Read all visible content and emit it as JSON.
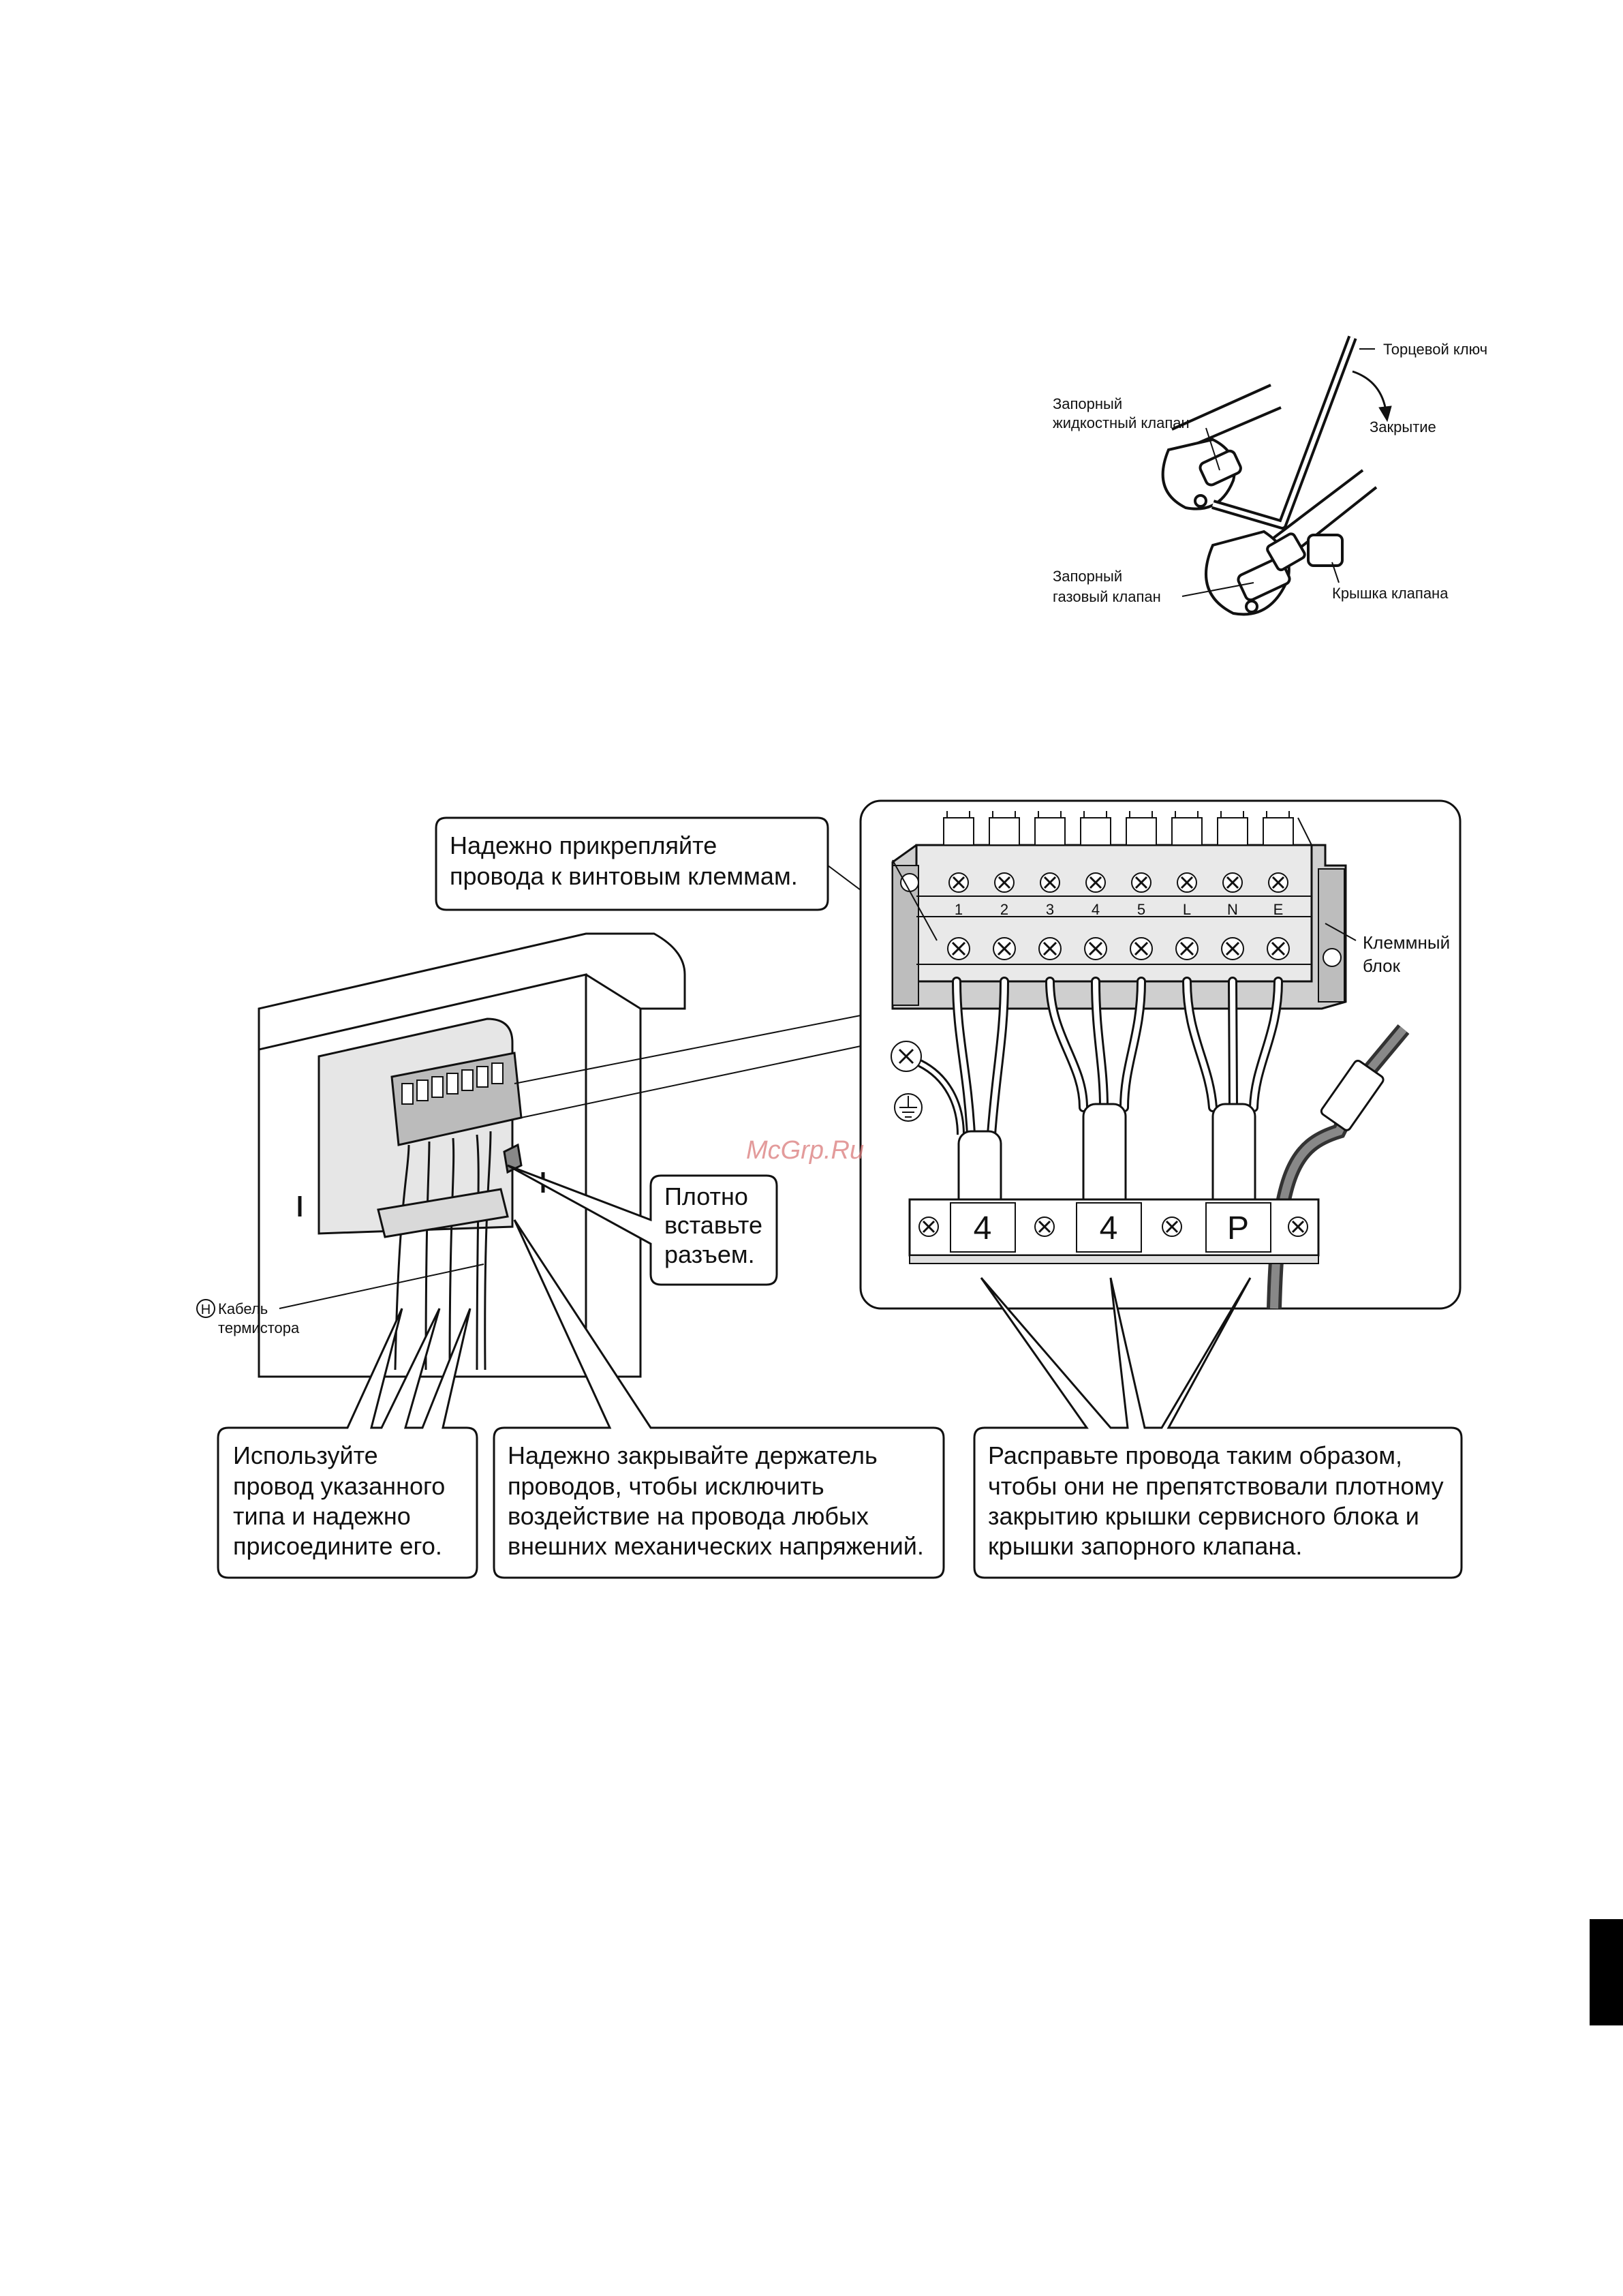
{
  "valve_figure": {
    "socket_wrench": "Торцевой ключ",
    "closing": "Закрытие",
    "liquid_valve": [
      "Запорный",
      "жидкостный клапан"
    ],
    "gas_valve": [
      "Запорный",
      "газовый клапан"
    ],
    "valve_cap": "Крышка клапана"
  },
  "wiring_figure": {
    "callout_screw": [
      "Надежно прикрепляйте",
      "провода к винтовым клеммам."
    ],
    "callout_connector": [
      "Плотно",
      "вставьте",
      "разъем."
    ],
    "thermistor_marker": "H",
    "thermistor_label": [
      "Кабель",
      "термистора"
    ],
    "terminal_block_label": [
      "Клеммный",
      "блок"
    ],
    "terminal_numbers": [
      "1",
      "2",
      "3",
      "4",
      "5",
      "L",
      "N",
      "E"
    ],
    "clamp_labels": [
      "4",
      "4",
      "P"
    ],
    "callout_wire_type": [
      "Используйте",
      "провод указанного",
      "типа и надежно",
      "присоедините его."
    ],
    "callout_holder": [
      "Надежно закрывайте держатель",
      "проводов, чтобы исключить",
      "воздействие на провода любых",
      "внешних механических напряжений."
    ],
    "callout_routing": [
      "Расправьте провода таким образом,",
      "чтобы они не препятствовали плотному",
      "закрытию крышки сервисного блока и",
      "крышки запорного клапана."
    ]
  },
  "watermark": "McGrp.Ru"
}
